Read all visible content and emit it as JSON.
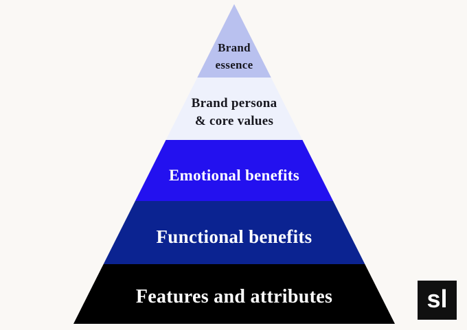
{
  "canvas": {
    "background": "#faf8f5"
  },
  "pyramid": {
    "levels": [
      {
        "id": "brand-essence",
        "lines": [
          "Brand",
          "essence"
        ],
        "background": "#b9c1ef",
        "text_color": "#16161e"
      },
      {
        "id": "brand-persona-core-values",
        "lines": [
          "Brand persona",
          "& core values"
        ],
        "background": "#eef1fc",
        "text_color": "#16161e"
      },
      {
        "id": "emotional-benefits",
        "lines": [
          "Emotional benefits"
        ],
        "background": "#2311ef",
        "text_color": "#ffffff"
      },
      {
        "id": "functional-benefits",
        "lines": [
          "Functional benefits"
        ],
        "background": "#0b2391",
        "text_color": "#ffffff"
      },
      {
        "id": "features-and-attributes",
        "lines": [
          "Features and attributes"
        ],
        "background": "#000000",
        "text_color": "#ffffff"
      }
    ]
  },
  "logo": {
    "text": "sl",
    "background": "#101010",
    "text_color": "#ffffff"
  }
}
